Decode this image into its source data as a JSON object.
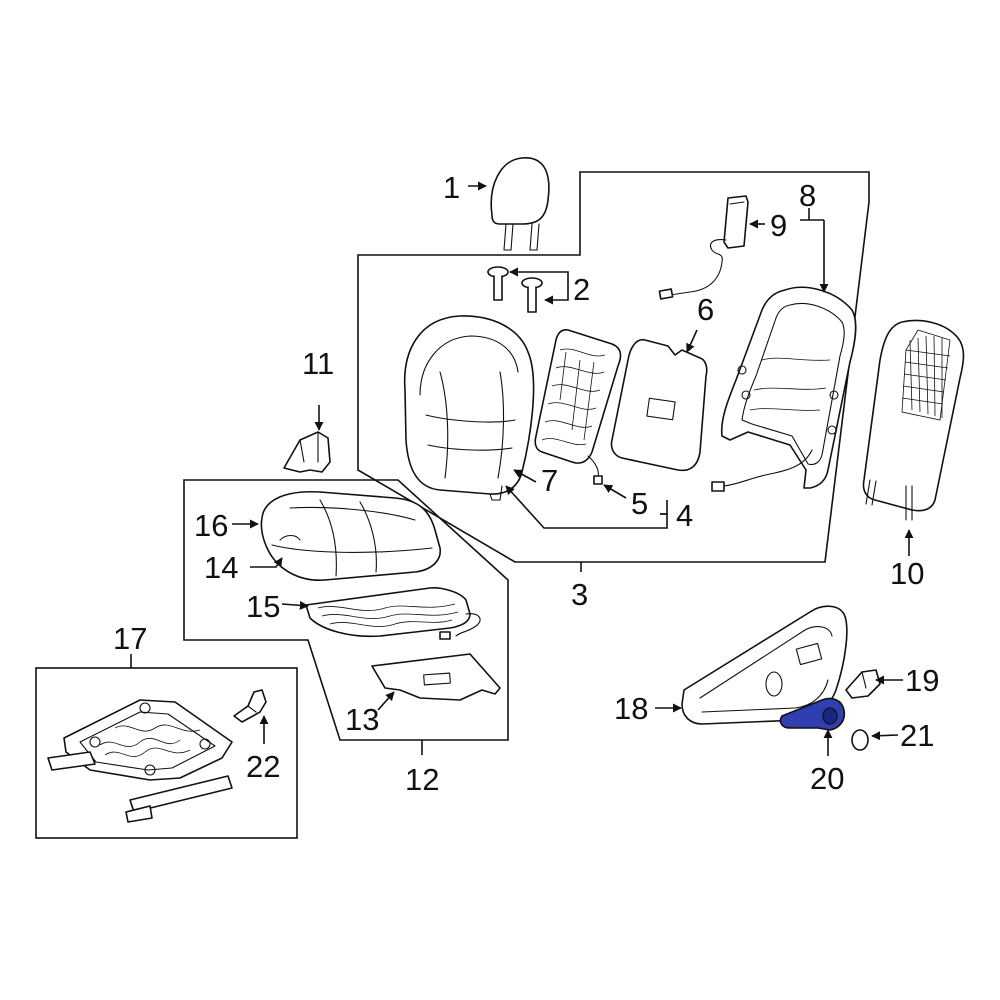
{
  "diagram": {
    "highlight_color": "#2f3fb0",
    "highlighted_part": "20",
    "callouts": [
      "1",
      "2",
      "3",
      "4",
      "5",
      "6",
      "7",
      "8",
      "9",
      "10",
      "11",
      "12",
      "13",
      "14",
      "15",
      "16",
      "17",
      "18",
      "19",
      "20",
      "21",
      "22"
    ]
  }
}
